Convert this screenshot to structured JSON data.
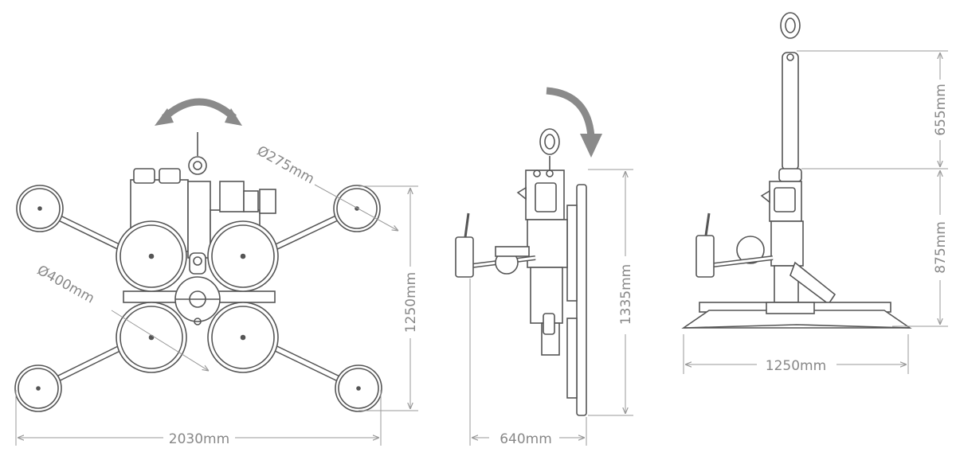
{
  "colors": {
    "line": "#555555",
    "dim": "#9a9a9a",
    "arrow": "#8a8a8a",
    "text": "#888888",
    "background": "#ffffff"
  },
  "labels": {
    "top_width": "2030mm",
    "top_height": "1250mm",
    "small_cup": "Ø275mm",
    "large_cup": "Ø400mm",
    "side_width": "640mm",
    "side_height": "1335mm",
    "front_width": "1250mm",
    "front_upper": "655mm",
    "front_lower": "875mm"
  },
  "icons": {
    "rotate_top": "curved-double-arrow-icon",
    "tilt_side": "curved-arrow-down-icon"
  }
}
